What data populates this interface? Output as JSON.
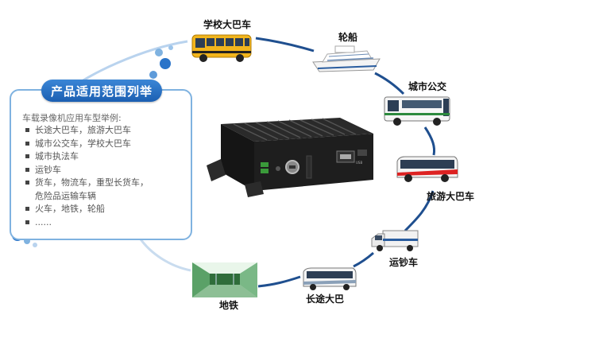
{
  "panel": {
    "title": "产品适用范围列举",
    "intro": "车载录像机应用车型举例:",
    "items": [
      {
        "text": "长途大巴车，旅游大巴车",
        "bullet": true
      },
      {
        "text": "城市公交车，学校大巴车",
        "bullet": true
      },
      {
        "text": "城市执法车",
        "bullet": true
      },
      {
        "text": "运钞车",
        "bullet": true
      },
      {
        "text": "货车，物流车，重型长货车，",
        "bullet": true
      },
      {
        "text": "危险品运输车辆",
        "bullet": false
      },
      {
        "text": "火车，地铁，轮船",
        "bullet": true
      },
      {
        "text": "......",
        "bullet": true
      }
    ]
  },
  "labels": {
    "school_bus": "学校大巴车",
    "ship": "轮船",
    "city_bus": "城市公交",
    "tour_bus": "旅游大巴车",
    "cash_truck": "运钞车",
    "coach": "长途大巴",
    "subway": "地铁"
  },
  "colors": {
    "ring": "#1f4f8f",
    "ring_light": "#b9d3ee",
    "accent": "#2a74c9",
    "device": "#1c1c1c"
  }
}
